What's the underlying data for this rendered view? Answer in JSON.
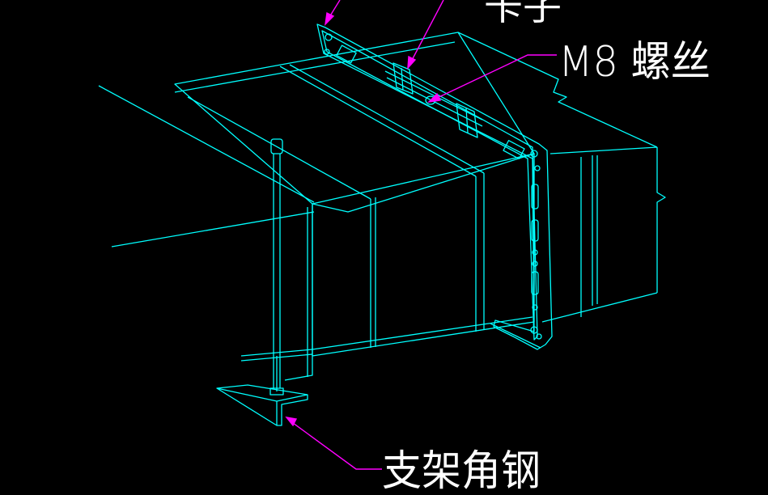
{
  "labels": {
    "top_clip": "卡子",
    "bolt": "M8 螺丝",
    "support_angle": "支架角钢"
  },
  "colors": {
    "background": "#000000",
    "linework": "#00ffff",
    "leader": "#ff00ff",
    "text": "#ffffff"
  }
}
